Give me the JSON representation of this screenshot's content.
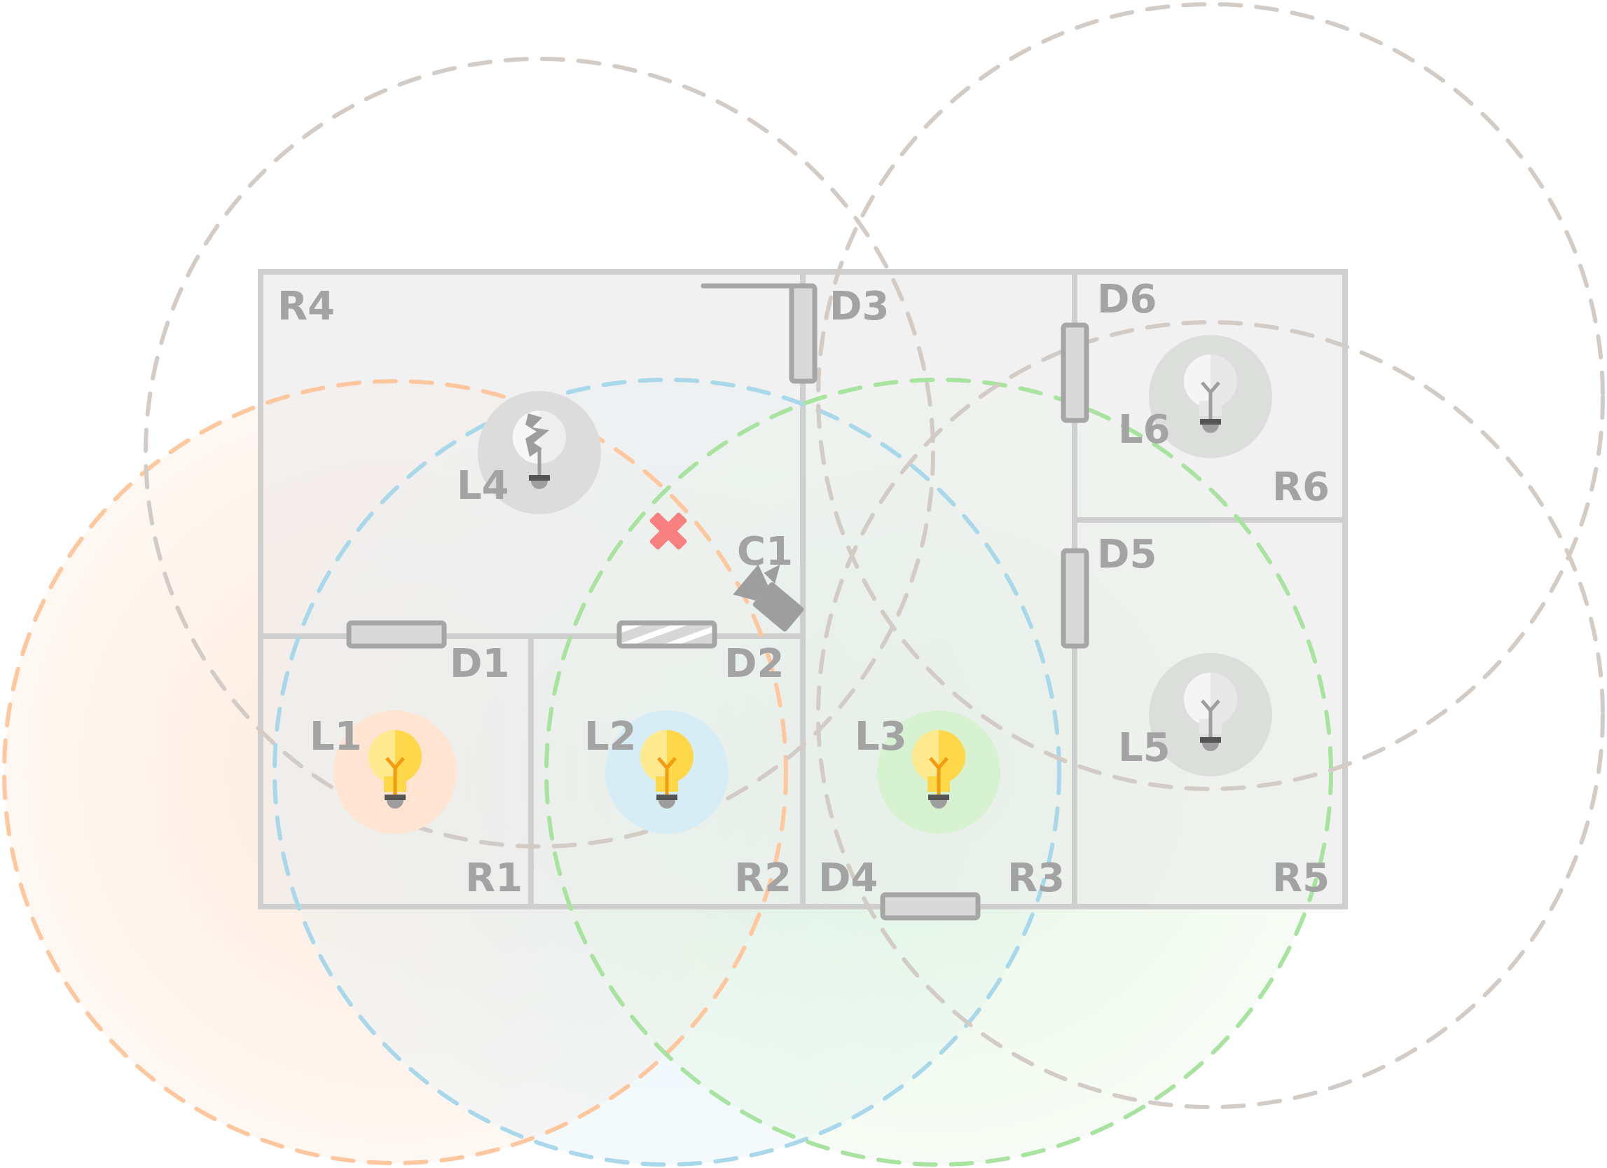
{
  "rooms": {
    "r1": "R1",
    "r2": "R2",
    "r3": "R3",
    "r4": "R4",
    "r5": "R5",
    "r6": "R6"
  },
  "doors": {
    "d1": "D1",
    "d2": "D2",
    "d3": "D3",
    "d4": "D4",
    "d5": "D5",
    "d6": "D6"
  },
  "lights": {
    "l1": {
      "label": "L1",
      "state": "on",
      "color": "#ffc79e"
    },
    "l2": {
      "label": "L2",
      "state": "on",
      "color": "#a9d8ea"
    },
    "l3": {
      "label": "L3",
      "state": "on",
      "color": "#a8e3a0"
    },
    "l4": {
      "label": "L4",
      "state": "broken",
      "color": "#c9c1bb"
    },
    "l5": {
      "label": "L5",
      "state": "off",
      "color": "#c9c1bb"
    },
    "l6": {
      "label": "L6",
      "state": "off",
      "color": "#c9c1bb"
    }
  },
  "camera": {
    "label": "C1",
    "icon": "camera-icon"
  },
  "marker": {
    "icon": "cross-icon",
    "color": "#f88080"
  },
  "colors": {
    "wall": "#cfcfcf",
    "floor": "#f1f1f1",
    "label": "#a3a3a3",
    "range_off": "#d3cbc5"
  }
}
